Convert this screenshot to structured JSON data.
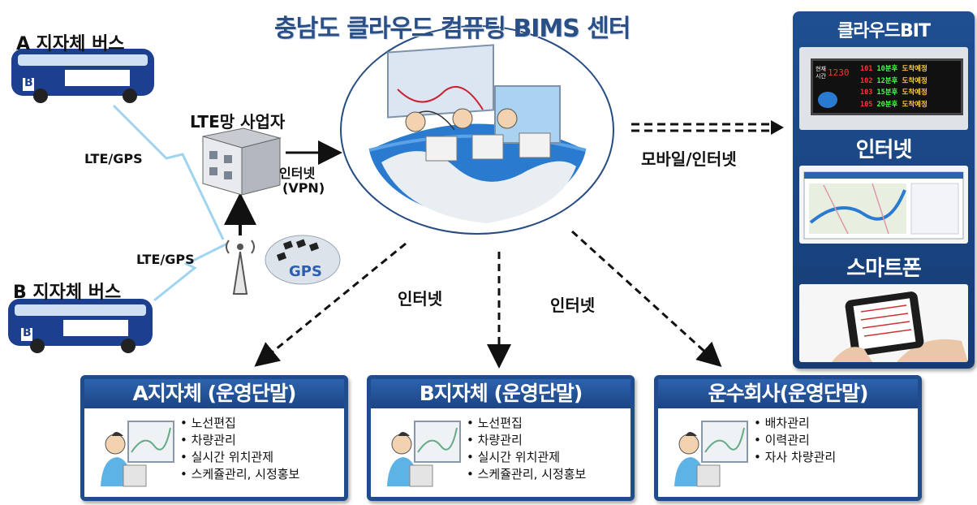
{
  "title": "충남도 클라우드 컴퓨팅 BIMS 센터",
  "bus_a": {
    "label": "A 지자체 버스",
    "side_mark": "B"
  },
  "bus_b": {
    "label": "B 지자체 버스",
    "side_mark": "B"
  },
  "link_labels": {
    "lte_a": "LTE/GPS",
    "lte_b": "LTE/GPS",
    "internet_vpn_1": "인터넷",
    "internet_vpn_2": "(VPN)",
    "mobile_internet": "모바일/인터넷",
    "internet_left": "인터넷",
    "internet_right": "인터넷"
  },
  "lte_provider": "LTE망 사업자",
  "gps_label": "GPS",
  "right_panel": {
    "sections": [
      {
        "title": "클라우드BIT"
      },
      {
        "title": "인터넷"
      },
      {
        "title": "스마트폰"
      }
    ],
    "bit_board": {
      "left_text": [
        "현재",
        "시간"
      ],
      "clock": "1230",
      "rows": [
        {
          "route": "101",
          "min": "10분후",
          "status": "도착예정"
        },
        {
          "route": "102",
          "min": "12분후",
          "status": "도착예정"
        },
        {
          "route": "103",
          "min": "15분후",
          "status": "도착예정"
        },
        {
          "route": "105",
          "min": "20분후",
          "status": "도착예정"
        }
      ]
    }
  },
  "boxes": [
    {
      "title": "A지자체 (운영단말)",
      "items": [
        "노선편집",
        "차량관리",
        "실시간 위치관제",
        "스케쥴관리, 시정홍보"
      ]
    },
    {
      "title": "B지자체 (운영단말)",
      "items": [
        "노선편집",
        "차량관리",
        "실시간 위치관제",
        "스케쥴관리, 시정홍보"
      ]
    },
    {
      "title": "운수회사(운영단말)",
      "items": [
        "배차관리",
        "이력관리",
        "자사 차량관리"
      ]
    }
  ],
  "colors": {
    "brand_blue": "#1e4c8c",
    "title_blue": "#2a4f86",
    "bus_blue": "#1d3f8f"
  }
}
